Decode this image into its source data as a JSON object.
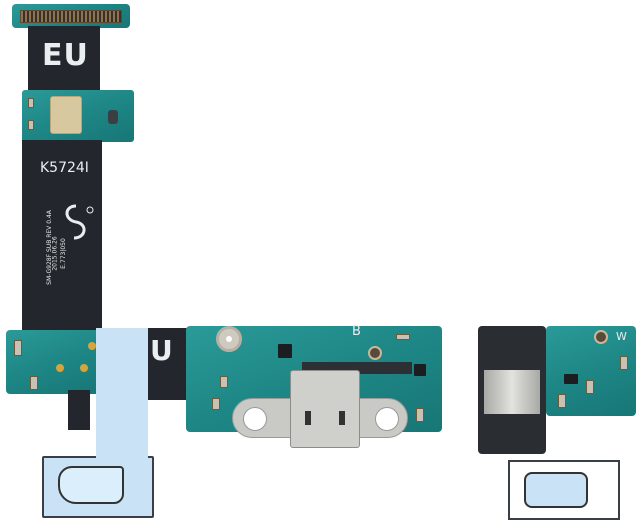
{
  "image": {
    "subject": "Charging port flex cable board",
    "background_color": "#ffffff"
  },
  "labels": {
    "top_marking": "EU",
    "part_code": "K5724I",
    "board_marking_left": "U",
    "board_marking_center": "B",
    "board_marking_right": "W",
    "fine_print_lines": [
      "SM-G928F SUB REV 0.4A",
      "2015.06.26",
      "E.773|050"
    ]
  },
  "colors": {
    "pcb": "#1f8a8a",
    "flex_cable": "#23272d",
    "protective_film": "#c9e2f5",
    "metal": "#c8c8c4",
    "gold_pad": "#d6a43a"
  }
}
